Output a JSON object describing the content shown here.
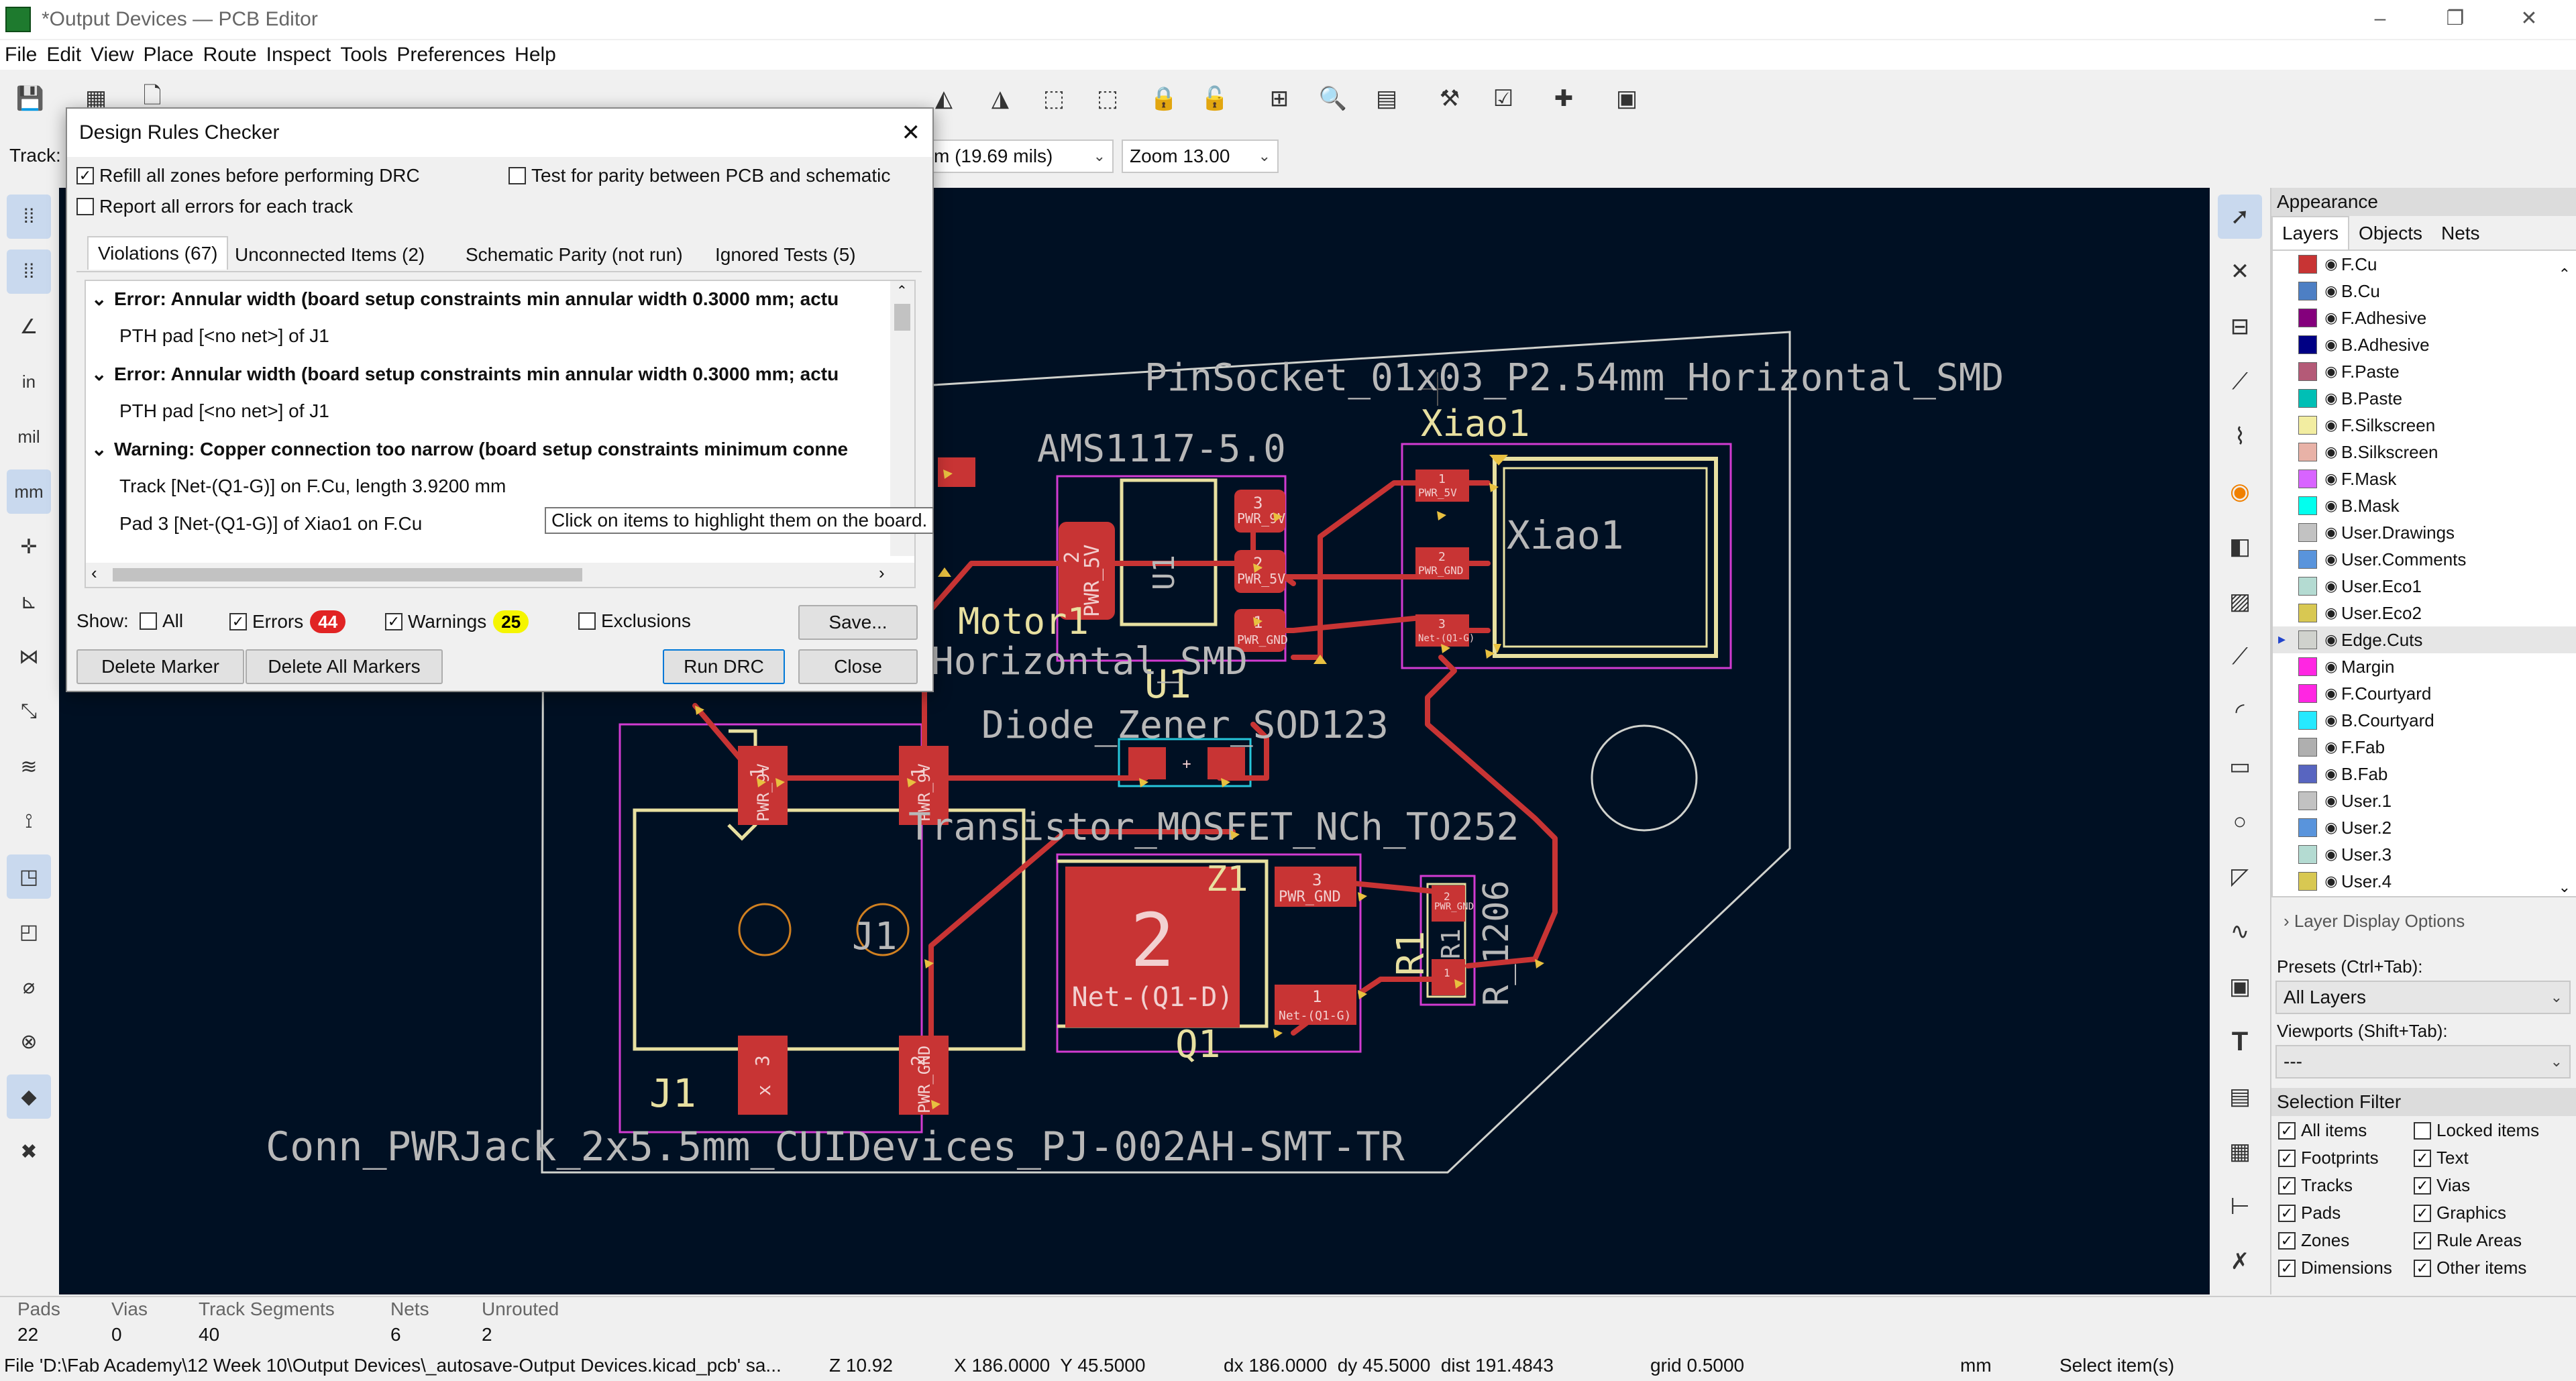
{
  "window": {
    "title": "*Output Devices — PCB Editor",
    "minimize": "–",
    "maximize": "❐",
    "close": "✕"
  },
  "menu": [
    "File",
    "Edit",
    "View",
    "Place",
    "Route",
    "Inspect",
    "Tools",
    "Preferences",
    "Help"
  ],
  "toolbar2": {
    "track_label": "Track:",
    "grid_value": "m (19.69 mils)",
    "zoom_value": "Zoom 13.00"
  },
  "drc": {
    "title": "Design Rules Checker",
    "close": "✕",
    "refill_zones": "Refill all zones before performing DRC",
    "test_parity": "Test for parity between PCB and schematic",
    "report_all": "Report all errors for each track",
    "tabs": [
      "Violations (67)",
      "Unconnected Items (2)",
      "Schematic Parity (not run)",
      "Ignored Tests (5)"
    ],
    "violations": [
      {
        "text": "Error: Annular width (board setup constraints min annular width 0.3000 mm; actu",
        "bold": true,
        "toggle": "⌄"
      },
      {
        "text": "PTH pad [<no net>] of J1",
        "bold": false,
        "toggle": ""
      },
      {
        "text": "Error: Annular width (board setup constraints min annular width 0.3000 mm; actu",
        "bold": true,
        "toggle": "⌄"
      },
      {
        "text": "PTH pad [<no net>] of J1",
        "bold": false,
        "toggle": ""
      },
      {
        "text": "Warning: Copper connection too narrow (board setup constraints minimum conne",
        "bold": true,
        "toggle": "⌄"
      },
      {
        "text": "Track [Net-(Q1-G)] on F.Cu, length 3.9200 mm",
        "bold": false,
        "toggle": ""
      },
      {
        "text": "Pad 3 [Net-(Q1-G)] of Xiao1 on F.Cu",
        "bold": false,
        "toggle": ""
      }
    ],
    "tooltip": "Click on items to highlight them on the board.",
    "show_label": "Show:",
    "filter_all": "All",
    "filter_errors": "Errors",
    "errors_count": "44",
    "filter_warnings": "Warnings",
    "warnings_count": "25",
    "filter_exclusions": "Exclusions",
    "save_btn": "Save...",
    "delete_marker": "Delete Marker",
    "delete_all": "Delete All Markers",
    "run_drc": "Run DRC",
    "close_btn": "Close"
  },
  "pcb": {
    "pinsocket_label": "PinSocket_01x03_P2.54mm_Horizontal_SMD",
    "xiao_ref": "Xiao1",
    "xiao_value": "Xiao1",
    "ams_label": "AMS1117-5.0",
    "u1_ref": "U1",
    "u1_silk": "U1",
    "pwr9v": "PWR_9V",
    "pwr5v": "PWR_5V",
    "pwr_gnd": "PWR_GND",
    "net_q1g": "Net-(Q1-G)",
    "net_q1d": "Net-(Q1-D)",
    "motor_label": "Motor1",
    "horizontal_label": "Horizontal_SMD",
    "diode_label": "Diode_Zener_SOD123",
    "z1_label": "Z1",
    "transistor_label": "Transistor_MOSFET_NCh_TO252",
    "q1_ref": "Q1",
    "r1_ref": "R1",
    "r1_value": "R1",
    "r1206": "R_1206",
    "j1_ref": "J1",
    "j1_silk": "J1",
    "conn_label": "Conn_PWRJack_2x5.5mm_CUIDevices_PJ-002AH-SMT-TR",
    "pad1": "1",
    "pad2": "2",
    "pad3": "3",
    "pad_x": "x",
    "big_pad": "2",
    "pad_plus": "+"
  },
  "appearance": {
    "title": "Appearance",
    "tabs": [
      "Layers",
      "Objects",
      "Nets"
    ],
    "layers": [
      {
        "name": "F.Cu",
        "color": "#c83434"
      },
      {
        "name": "B.Cu",
        "color": "#4d7fc4"
      },
      {
        "name": "F.Adhesive",
        "color": "#84007c"
      },
      {
        "name": "B.Adhesive",
        "color": "#000084"
      },
      {
        "name": "F.Paste",
        "color": "#b45a77"
      },
      {
        "name": "B.Paste",
        "color": "#00bfb5"
      },
      {
        "name": "F.Silkscreen",
        "color": "#f2eda1"
      },
      {
        "name": "B.Silkscreen",
        "color": "#e8b2a7"
      },
      {
        "name": "F.Mask",
        "color": "#d864ff"
      },
      {
        "name": "B.Mask",
        "color": "#02ffee"
      },
      {
        "name": "User.Drawings",
        "color": "#c2c2c2"
      },
      {
        "name": "User.Comments",
        "color": "#5994dc"
      },
      {
        "name": "User.Eco1",
        "color": "#b4dbd2"
      },
      {
        "name": "User.Eco2",
        "color": "#d8c852"
      },
      {
        "name": "Edge.Cuts",
        "color": "#d0d2cd"
      },
      {
        "name": "Margin",
        "color": "#ff26e2"
      },
      {
        "name": "F.Courtyard",
        "color": "#ff26e2"
      },
      {
        "name": "B.Courtyard",
        "color": "#26e9ff"
      },
      {
        "name": "F.Fab",
        "color": "#afafaf"
      },
      {
        "name": "B.Fab",
        "color": "#5865c0"
      },
      {
        "name": "User.1",
        "color": "#c2c2c2"
      },
      {
        "name": "User.2",
        "color": "#5994dc"
      },
      {
        "name": "User.3",
        "color": "#b4dbd2"
      },
      {
        "name": "User.4",
        "color": "#d8c852"
      }
    ],
    "active_layer": "Edge.Cuts",
    "layer_display_options": "Layer Display Options",
    "presets_label": "Presets (Ctrl+Tab):",
    "presets_value": "All Layers",
    "viewports_label": "Viewports (Shift+Tab):",
    "viewports_value": "---"
  },
  "selection_filter": {
    "title": "Selection Filter",
    "items": [
      {
        "label": "All items",
        "checked": true
      },
      {
        "label": "Locked items",
        "checked": false
      },
      {
        "label": "Footprints",
        "checked": true
      },
      {
        "label": "Text",
        "checked": true
      },
      {
        "label": "Tracks",
        "checked": true
      },
      {
        "label": "Vias",
        "checked": true
      },
      {
        "label": "Pads",
        "checked": true
      },
      {
        "label": "Graphics",
        "checked": true
      },
      {
        "label": "Zones",
        "checked": true
      },
      {
        "label": "Rule Areas",
        "checked": true
      },
      {
        "label": "Dimensions",
        "checked": true
      },
      {
        "label": "Other items",
        "checked": true
      }
    ]
  },
  "stats": {
    "pads_label": "Pads",
    "pads": "22",
    "vias_label": "Vias",
    "vias": "0",
    "tracks_label": "Track Segments",
    "tracks": "40",
    "nets_label": "Nets",
    "nets": "6",
    "unrouted_label": "Unrouted",
    "unrouted": "2"
  },
  "statusbar": {
    "file": "File 'D:\\Fab Academy\\12 Week 10\\Output Devices\\_autosave-Output Devices.kicad_pcb' sa...",
    "zoom": "Z 10.92",
    "xy": "X 186.0000  Y 45.5000",
    "delta": "dx 186.0000  dy 45.5000  dist 191.4843",
    "grid": "grid 0.5000",
    "units": "mm",
    "mode": "Select item(s)"
  }
}
